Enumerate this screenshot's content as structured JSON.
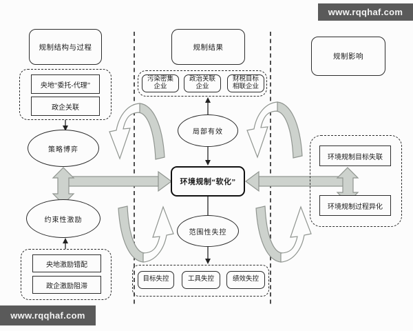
{
  "headers": {
    "structure_process": "规制结构与过程",
    "result": "规制结果",
    "impact": "规制影响"
  },
  "left": {
    "delegation": "央地“委托-代理”",
    "gov_firm_link": "政企关联",
    "strategy_game": "策略博弈",
    "constraint_incentive": "约束性激励",
    "incentive_mismatch": "央地激励错配",
    "incentive_block": "政企激励阻滞"
  },
  "center": {
    "pollution_intensive": "污染密集企业",
    "political_linked": "政治关联企业",
    "fiscal_linked": "财税目标相联企业",
    "local_effective": "局部有效",
    "core": "环境规制“软化”",
    "scope_failure": "范围性失控",
    "goal_failure": "目标失控",
    "tool_failure": "工具失控",
    "performance_failure": "绩效失控"
  },
  "right": {
    "goal_disconnect": "环境规制目标失联",
    "process_alienation": "环境规制过程异化"
  },
  "watermark": {
    "text": "www.rqqhaf.com"
  },
  "colors": {
    "arrow_fill": "#cdd2cd",
    "arrow_stroke": "#8f948f",
    "watermark_bg": "#5a5a5a",
    "line_color": "#222222"
  }
}
